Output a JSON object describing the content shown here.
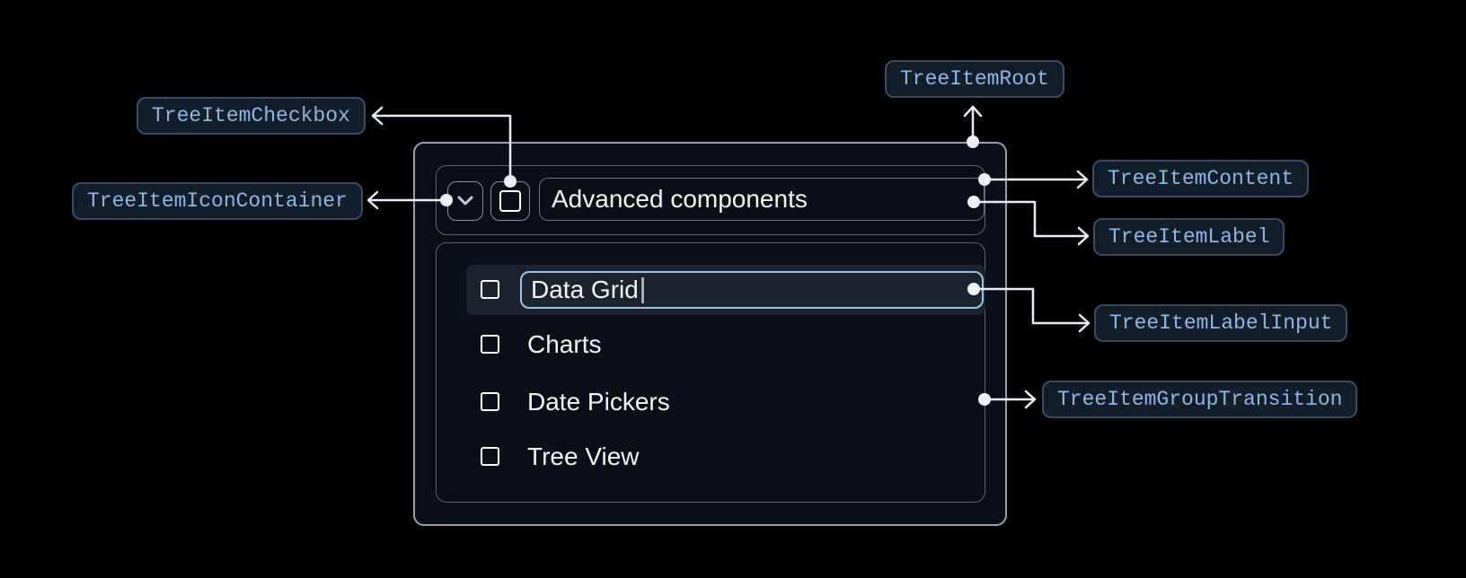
{
  "badges": {
    "checkbox": "TreeItemCheckbox",
    "icon_container": "TreeItemIconContainer",
    "root": "TreeItemRoot",
    "content": "TreeItemContent",
    "label": "TreeItemLabel",
    "label_input": "TreeItemLabelInput",
    "group_transition": "TreeItemGroupTransition"
  },
  "tree": {
    "parent": {
      "label": "Advanced components",
      "expanded": true,
      "checked": false
    },
    "editing": {
      "value": "Data Grid"
    },
    "children": [
      {
        "label": "Data Grid",
        "state": "editing",
        "checked": false
      },
      {
        "label": "Charts",
        "state": "default",
        "checked": false
      },
      {
        "label": "Date Pickers",
        "state": "default",
        "checked": false
      },
      {
        "label": "Tree View",
        "state": "default",
        "checked": false
      }
    ]
  },
  "colors": {
    "page_bg": "#000000",
    "panel_bg": "#0B0E14",
    "badge_text": "#8EB6E3",
    "badge_bg": "#141E2B",
    "badge_border": "#3A4D66",
    "connector": "#E9EEF4",
    "focus_ring": "#9FC0E8",
    "selected_row_bg": "#1C232D",
    "box_border_gray": "#5F656D",
    "root_border": "#9AA0A8"
  }
}
